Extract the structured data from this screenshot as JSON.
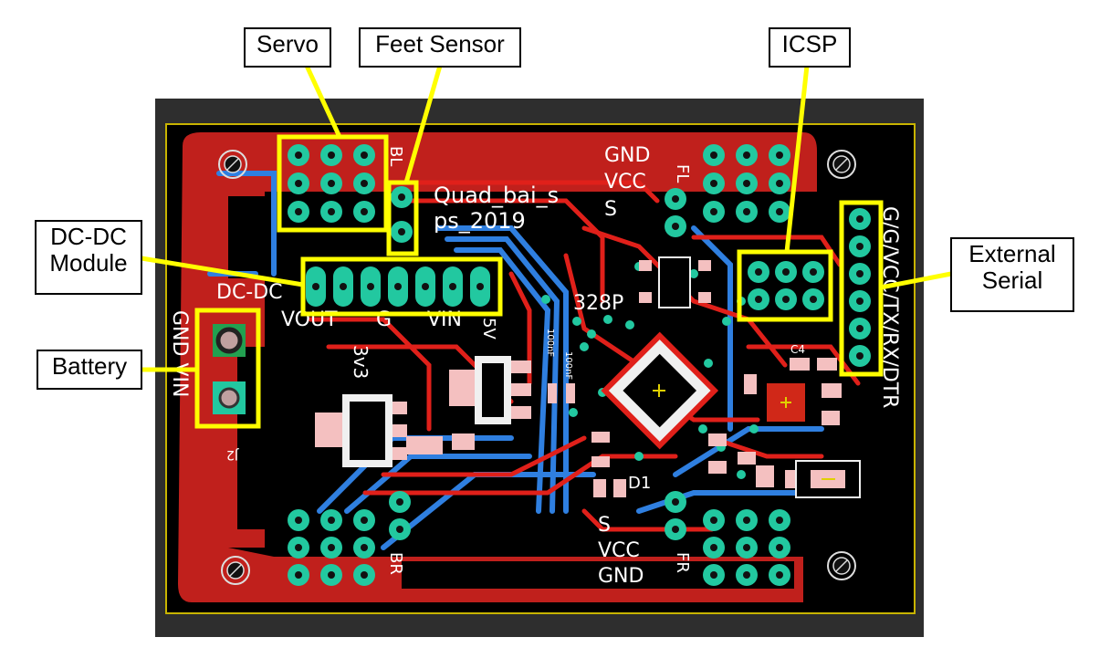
{
  "callouts": {
    "servo": "Servo",
    "feet_sensor": "Feet Sensor",
    "icsp": "ICSP",
    "dcdc_line1": "DC-DC",
    "dcdc_line2": "Module",
    "battery": "Battery",
    "external_line1": "External",
    "external_line2": "Serial"
  },
  "silkscreen": {
    "board_name_line1": "Quad_bai_s",
    "board_name_line2": "ps_2019",
    "gnd_top": "GND",
    "vcc_top": "VCC",
    "s_top": "S",
    "fl": "FL",
    "bl": "BL",
    "dcdc": "DC-DC",
    "vout": "VOUT",
    "g": "G",
    "vin": "VIN",
    "v5": "5V",
    "v3v3": "3v3",
    "mcu": "328P",
    "c1": "100nF",
    "c2": "100nF",
    "c4": "C4",
    "d1": "D1",
    "j2": "J2",
    "gnd_vin": "GND VIN",
    "serial_pins": "G/G/VCC/TX/RX/DTR",
    "s_bottom": "S",
    "vcc_bottom": "VCC",
    "gnd_bottom": "GND",
    "br": "BR",
    "fr": "FR"
  },
  "colors": {
    "highlight": "#ffff00",
    "copper_top": "#e0201a",
    "copper_bottom": "#2f7fe0",
    "pad": "#22c8a0",
    "board": "#000000",
    "frame": "#2e2e2e"
  }
}
